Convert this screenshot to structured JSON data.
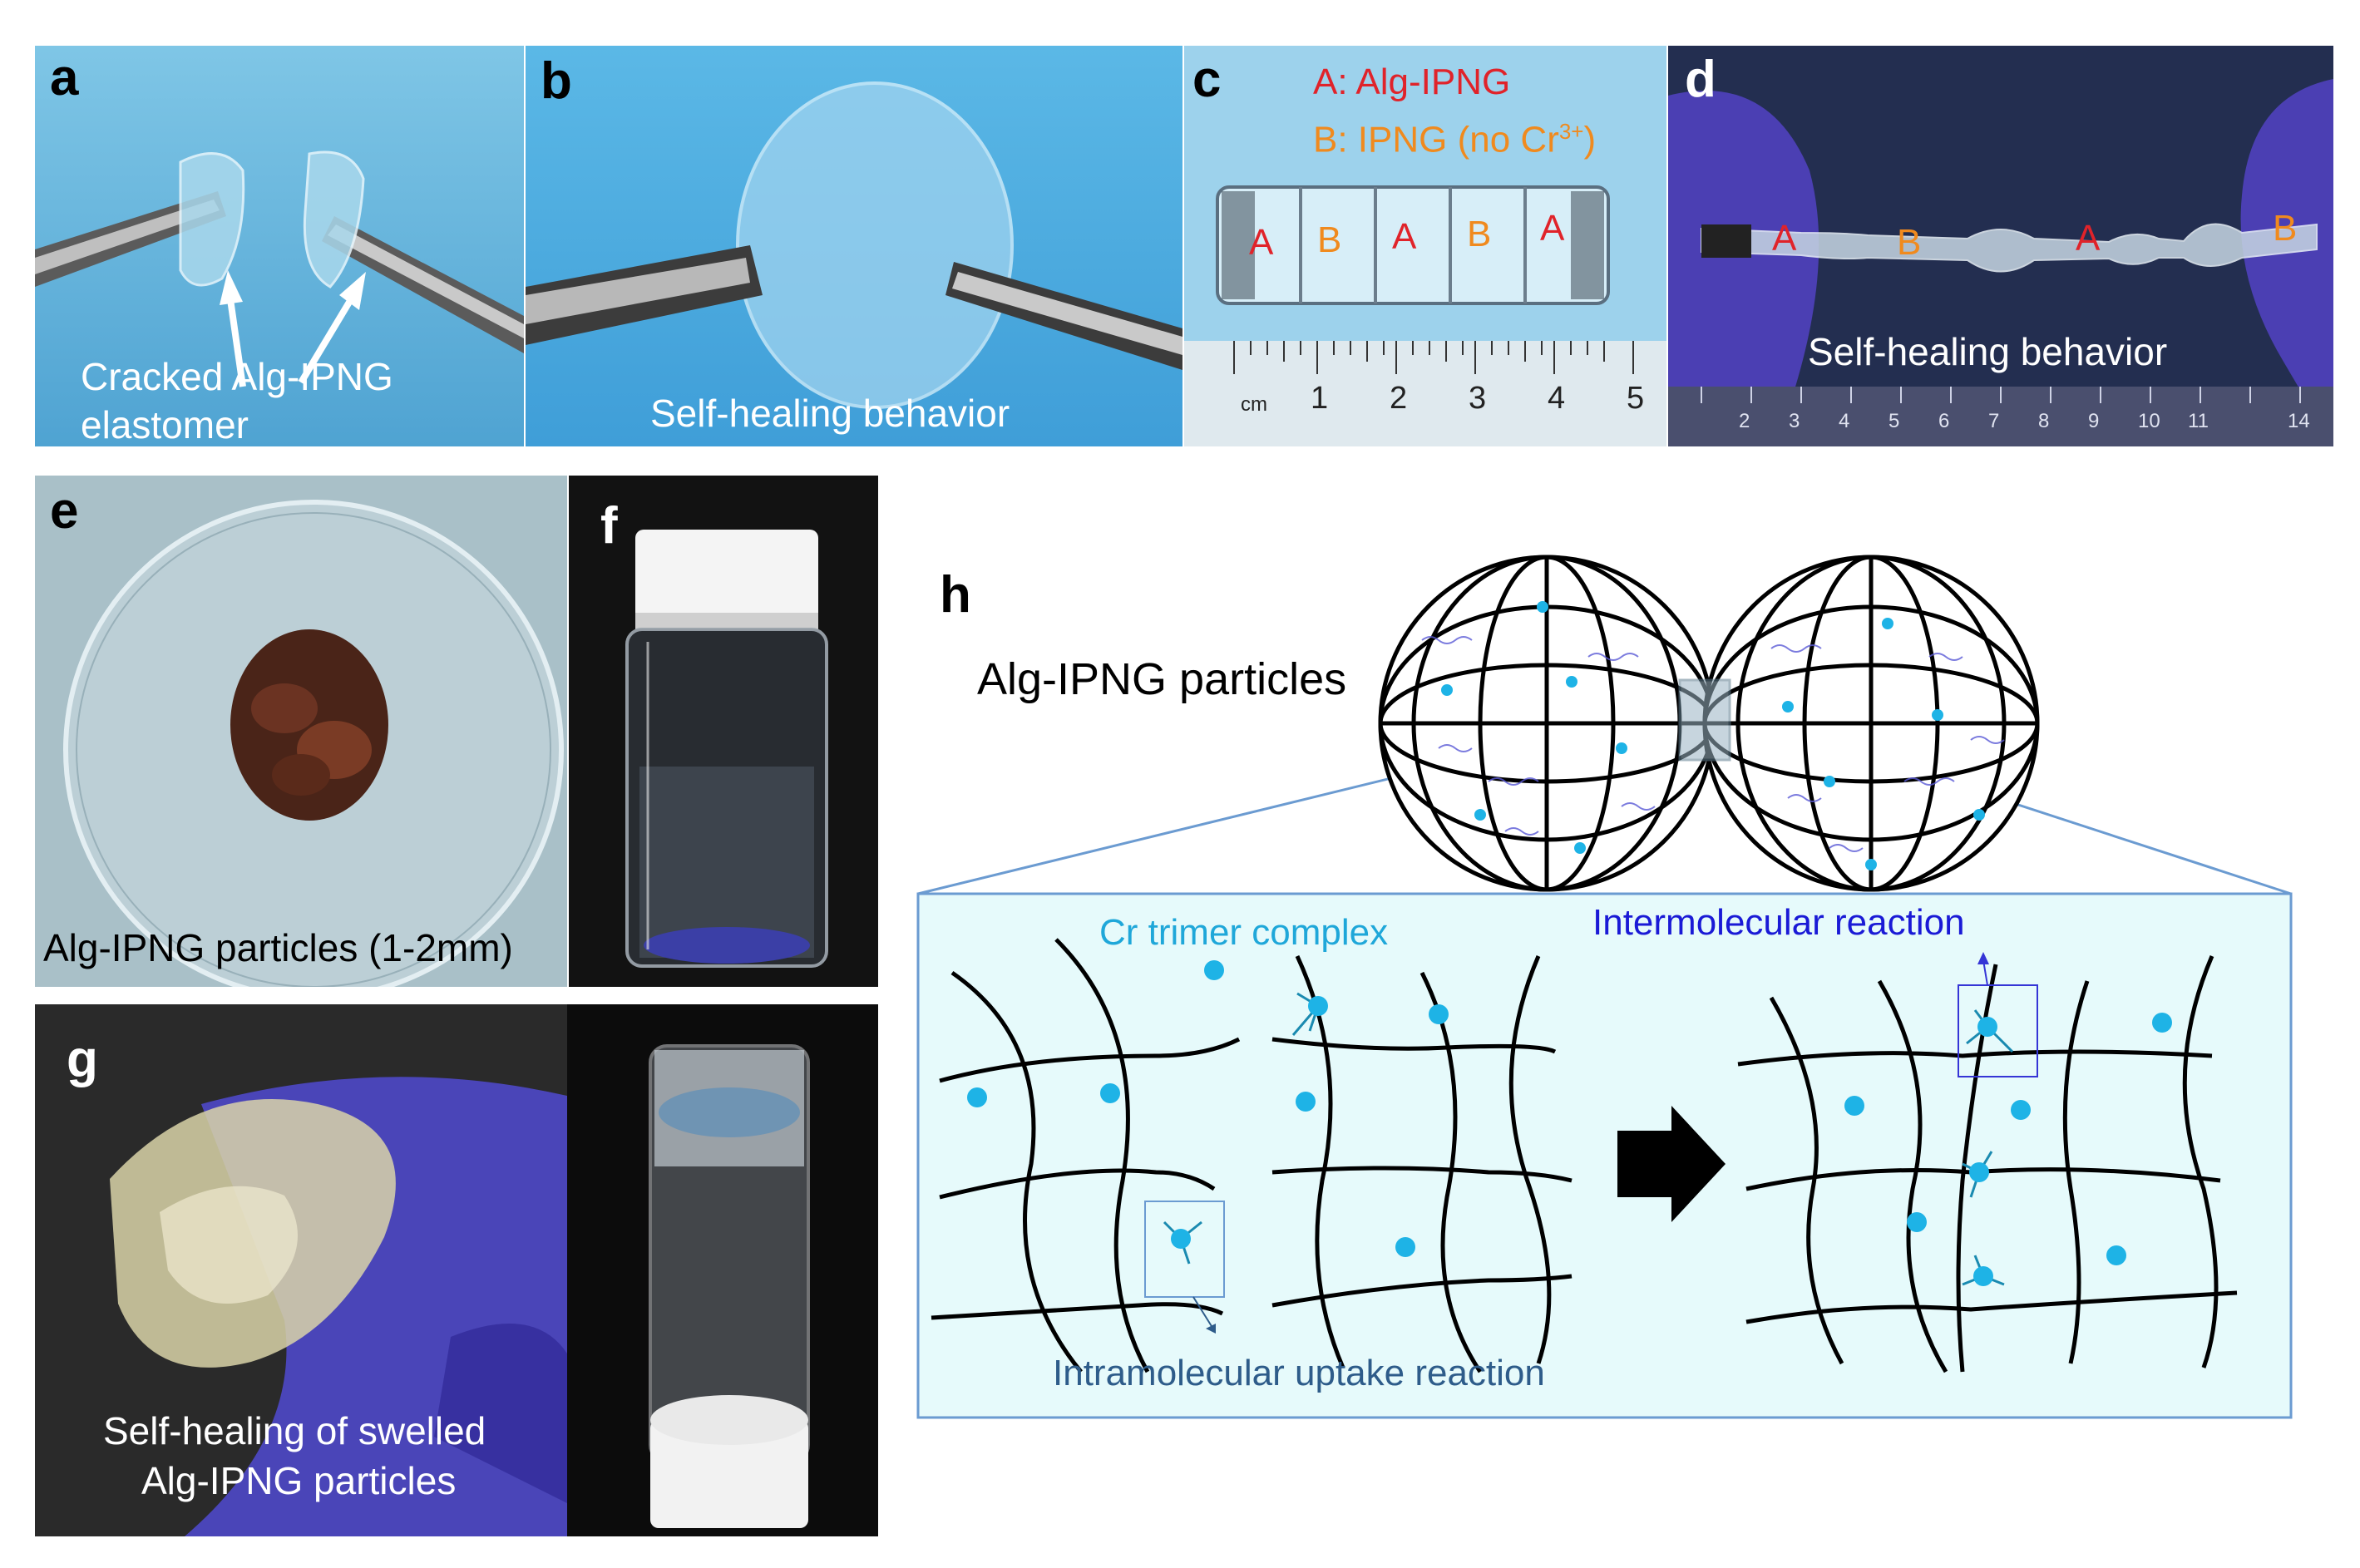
{
  "panel_labels": {
    "a": "a",
    "b": "b",
    "c": "c",
    "d": "d",
    "e": "e",
    "f": "f",
    "g": "g",
    "h": "h"
  },
  "panel_a": {
    "caption_line1": "Cracked Alg-IPNG",
    "caption_line2": "elastomer"
  },
  "panel_b": {
    "caption": "Self-healing behavior"
  },
  "panel_c": {
    "legend_a": "A: Alg-IPNG",
    "legend_b_prefix": "B: IPNG (no Cr",
    "legend_b_sup": "3+",
    "legend_b_suffix": ")",
    "segments": [
      "A",
      "B",
      "A",
      "B",
      "A"
    ],
    "ruler_unit": "cm",
    "ruler_ticks": [
      "1",
      "2",
      "3",
      "4",
      "5"
    ]
  },
  "panel_d": {
    "segments": [
      "A",
      "B",
      "A",
      "B"
    ],
    "caption": "Self-healing behavior",
    "ruler_ticks": [
      "2",
      "3",
      "4",
      "5",
      "6",
      "7",
      "8",
      "9",
      "10",
      "11",
      "14"
    ]
  },
  "panel_e": {
    "caption": "Alg-IPNG particles (1-2mm)"
  },
  "panel_g": {
    "caption_line1": "Self-healing of swelled",
    "caption_line2": "Alg-IPNG particles"
  },
  "panel_h": {
    "title": "Alg-IPNG particles",
    "cr_label": "Cr trimer complex",
    "intermolecular": "Intermolecular reaction",
    "intramolecular": "Intramolecular uptake reaction"
  },
  "colors": {
    "red": "#e0232a",
    "orange": "#f08a1e",
    "cyan_text": "#1fa7d9",
    "dark_blue_text": "#1a1ad6",
    "steel_text": "#2e5c8a",
    "box_fill": "#e6fafb",
    "box_border": "#6b9bd1",
    "cr_ball": "#1eb3e6"
  }
}
